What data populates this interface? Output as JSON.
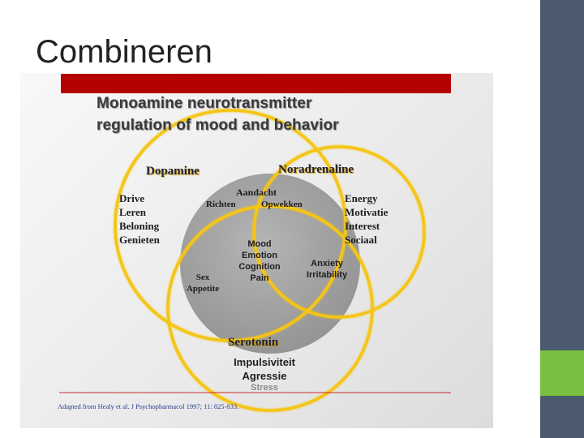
{
  "slide": {
    "title": "Combineren"
  },
  "figure": {
    "heading_line1": "Monoamine neurotransmitter",
    "heading_line2": "regulation of mood and behavior",
    "dopamine": {
      "label": "Dopamine",
      "items": [
        "Drive",
        "Leren",
        "Beloning",
        "Genieten"
      ]
    },
    "noradrenaline": {
      "label": "Noradrenaline",
      "items": [
        "Energy",
        "Motivatie",
        "Interest",
        "Sociaal"
      ]
    },
    "serotonin": {
      "label": "Serotonin",
      "items": [
        "Impulsiviteit",
        "Agressie",
        "Stress"
      ]
    },
    "dopamine_noradrenaline": [
      "Aandacht",
      "Richten",
      "Opwekken"
    ],
    "center": [
      "Mood",
      "Emotion",
      "Cognition",
      "Pain"
    ],
    "dopamine_serotonin": [
      "Sex",
      "Appetite"
    ],
    "noradrenaline_serotonin": [
      "Anxiety",
      "Irritability"
    ],
    "citation": "Adapted from Healy et al. J Psychopharmacol 1997; 11: 825-833."
  },
  "colors": {
    "sidebar": "#4b5a6e",
    "accent_green": "#79bf40",
    "banner_red": "#b40000",
    "circle_yellow": "#f5c518",
    "center_gray": "#a8a8a8"
  }
}
